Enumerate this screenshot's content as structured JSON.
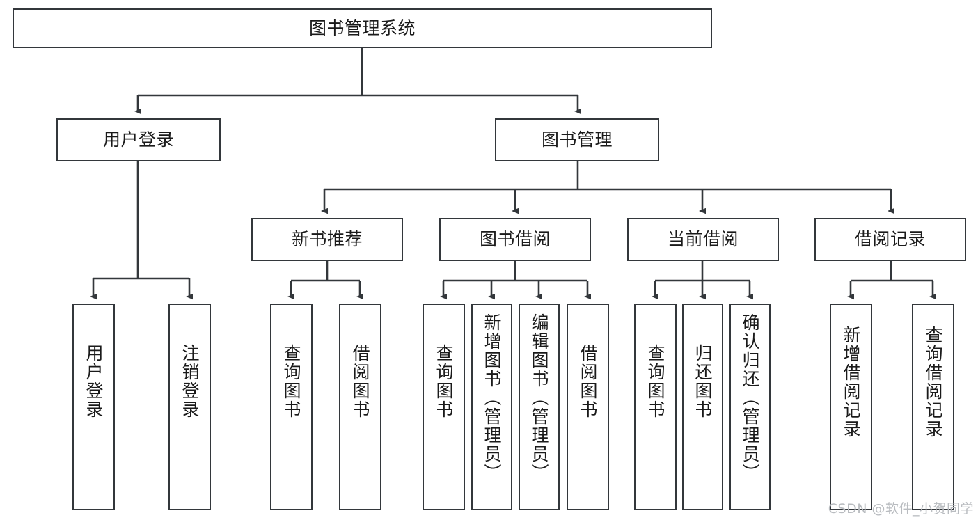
{
  "diagram": {
    "title": "图书管理系统",
    "type": "tree-hierarchy",
    "root": {
      "label": "图书管理系统"
    },
    "level2": [
      {
        "label": "用户登录"
      },
      {
        "label": "图书管理"
      }
    ],
    "level3": [
      {
        "label": "新书推荐"
      },
      {
        "label": "图书借阅"
      },
      {
        "label": "当前借阅"
      },
      {
        "label": "借阅记录"
      }
    ],
    "leaves": [
      {
        "label": "用户登录",
        "parent": "用户登录"
      },
      {
        "label": "注销登录",
        "parent": "用户登录"
      },
      {
        "label": "查询图书",
        "parent": "新书推荐"
      },
      {
        "label": "借阅图书",
        "parent": "新书推荐"
      },
      {
        "label": "查询图书",
        "parent": "图书借阅"
      },
      {
        "label": "新增图书（管理员）",
        "parent": "图书借阅"
      },
      {
        "label": "编辑图书（管理员）",
        "parent": "图书借阅"
      },
      {
        "label": "借阅图书",
        "parent": "图书借阅"
      },
      {
        "label": "查询图书",
        "parent": "当前借阅"
      },
      {
        "label": "归还图书",
        "parent": "当前借阅"
      },
      {
        "label": "确认归还（管理员）",
        "parent": "当前借阅"
      },
      {
        "label": "新增借阅记录",
        "parent": "借阅记录"
      },
      {
        "label": "查询借阅记录",
        "parent": "借阅记录"
      }
    ]
  },
  "watermark": {
    "text": "CSDN @软件_小贺同学"
  },
  "colors": {
    "border": "#33373b",
    "background": "#ffffff",
    "text": "#1a1a1a",
    "watermark": "#b9bcc0"
  }
}
